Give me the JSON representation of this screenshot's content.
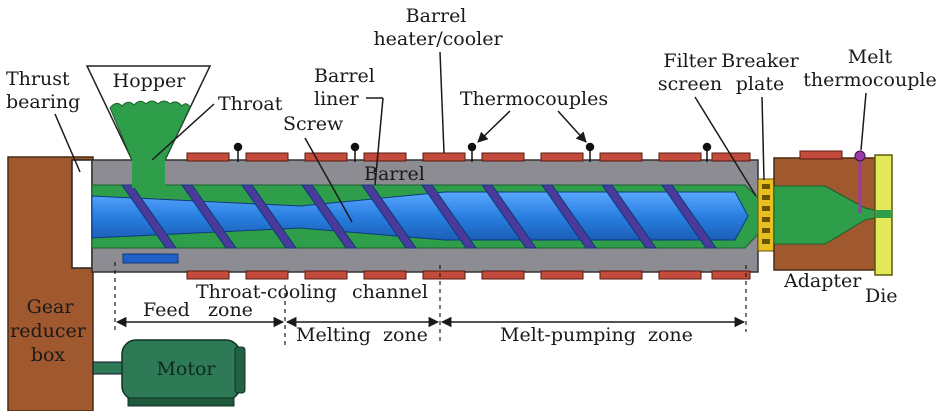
{
  "diagram": {
    "labels": {
      "thrust_bearing_1": "Thrust",
      "thrust_bearing_2": "bearing",
      "hopper": "Hopper",
      "throat": "Throat",
      "screw": "Screw",
      "barrel_liner_1": "Barrel",
      "barrel_liner_2": "liner",
      "barrel_heater_1": "Barrel",
      "barrel_heater_2": "heater/cooler",
      "thermocouples": "Thermocouples",
      "filter_screen_1": "Filter",
      "filter_screen_2": "screen",
      "breaker_plate_1": "Breaker",
      "breaker_plate_2": "plate",
      "melt_thermocouple_1": "Melt",
      "melt_thermocouple_2": "thermocouple",
      "barrel": "Barrel",
      "throat_cooling_channel_1": "Throat-cooling",
      "throat_cooling_channel_2": "channel",
      "feed_zone_1": "Feed",
      "feed_zone_2": "zone",
      "melting_zone": "Melting  zone",
      "melt_pumping_zone": "Melt-pumping  zone",
      "adapter": "Adapter",
      "die": "Die",
      "gear_reducer_1": "Gear",
      "gear_reducer_2": "reducer",
      "gear_reducer_3": "box",
      "motor": "Motor"
    },
    "colors": {
      "gearbox": "#a0582e",
      "barrel": "#8c8c92",
      "melt": "#2e9e4a",
      "screw": "#2a7fe0",
      "screw_flight": "#4a3a9a",
      "heater": "#c24b3b",
      "breaker": "#e8c020",
      "die": "#e4e85a",
      "motor": "#2e7a56",
      "thermocouple": "#9a3aa8"
    }
  }
}
